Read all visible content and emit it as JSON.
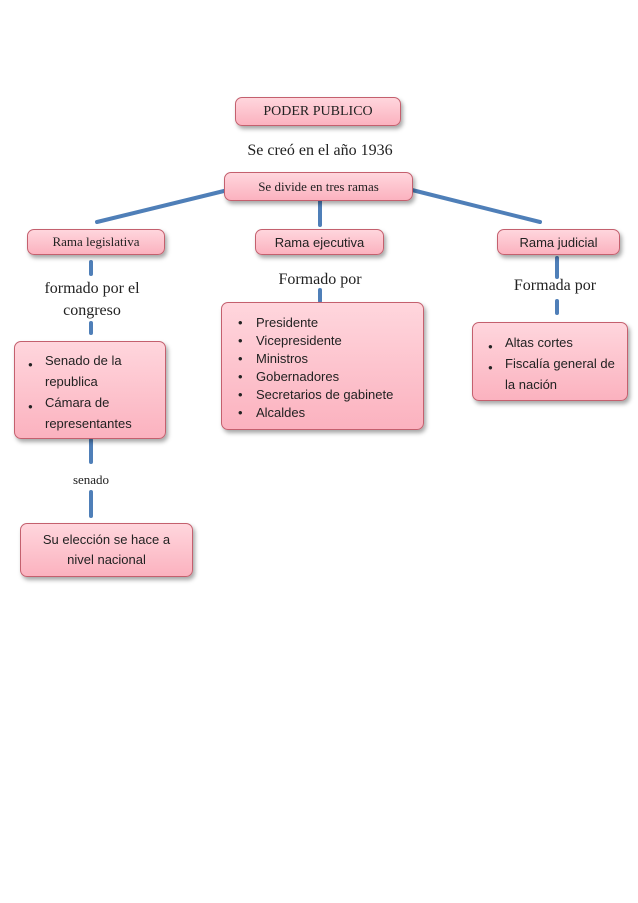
{
  "root": {
    "title": "PODER PUBLICO",
    "note": "Se creó en el año 1936"
  },
  "divide": {
    "label": "Se divide en tres ramas"
  },
  "branches": {
    "legislativa": {
      "label": "Rama legislativa",
      "connector": "formado por el congreso",
      "items": [
        "Senado de la republica",
        "Cámara de representantes"
      ],
      "sub_connector": "senado",
      "sub_box": "Su elección se hace a nivel nacional"
    },
    "ejecutiva": {
      "label": "Rama ejecutiva",
      "connector": "Formado por",
      "items": [
        "Presidente",
        "Vicepresidente",
        "Ministros",
        "Gobernadores",
        "Secretarios de gabinete",
        "Alcaldes"
      ]
    },
    "judicial": {
      "label": "Rama judicial",
      "connector": "Formada por",
      "items": [
        "Altas cortes",
        "Fiscalía general de la nación"
      ]
    }
  },
  "colors": {
    "box_fill_top": "#ffd6dd",
    "box_fill_bottom": "#fbb2bf",
    "box_border": "#c4606e",
    "connector": "#4f7fb8"
  }
}
